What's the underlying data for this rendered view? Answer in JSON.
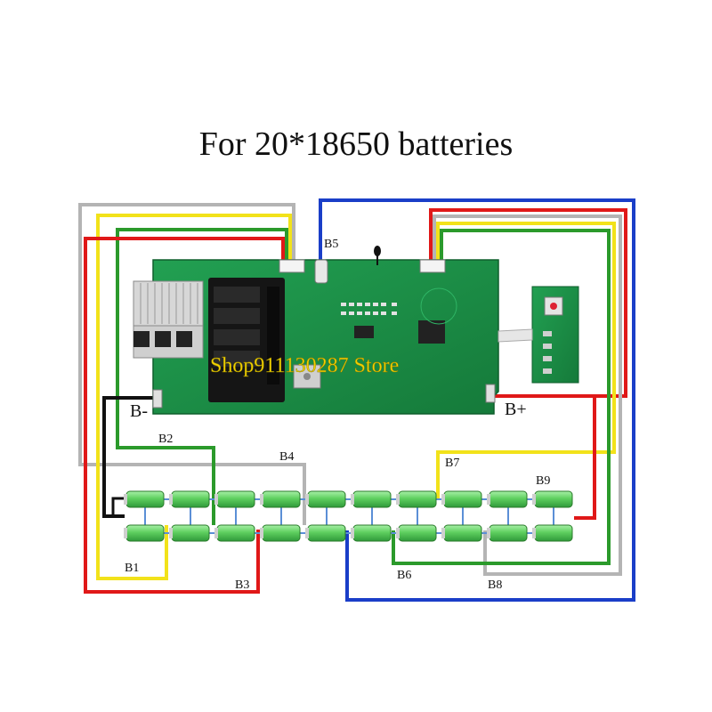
{
  "title": "For 20*18650 batteries",
  "watermark": "Shop911130287 Store",
  "labels": {
    "b_minus": "B-",
    "b_plus": "B+",
    "b1": "B1",
    "b2": "B2",
    "b3": "B3",
    "b4": "B4",
    "b5": "B5",
    "b6": "B6",
    "b7": "B7",
    "b8": "B8",
    "b9": "B9"
  },
  "battery_pack": {
    "columns": 10,
    "rows": 2
  },
  "colors": {
    "red": "#e01818",
    "yellow": "#f2e21a",
    "green": "#2b9a2b",
    "gray": "#b4b4b4",
    "blue": "#1a3ec8",
    "black": "#111111",
    "pcb": "#1f9a4a",
    "cell": "#6fd46f",
    "bus": "#5b8fd6"
  }
}
